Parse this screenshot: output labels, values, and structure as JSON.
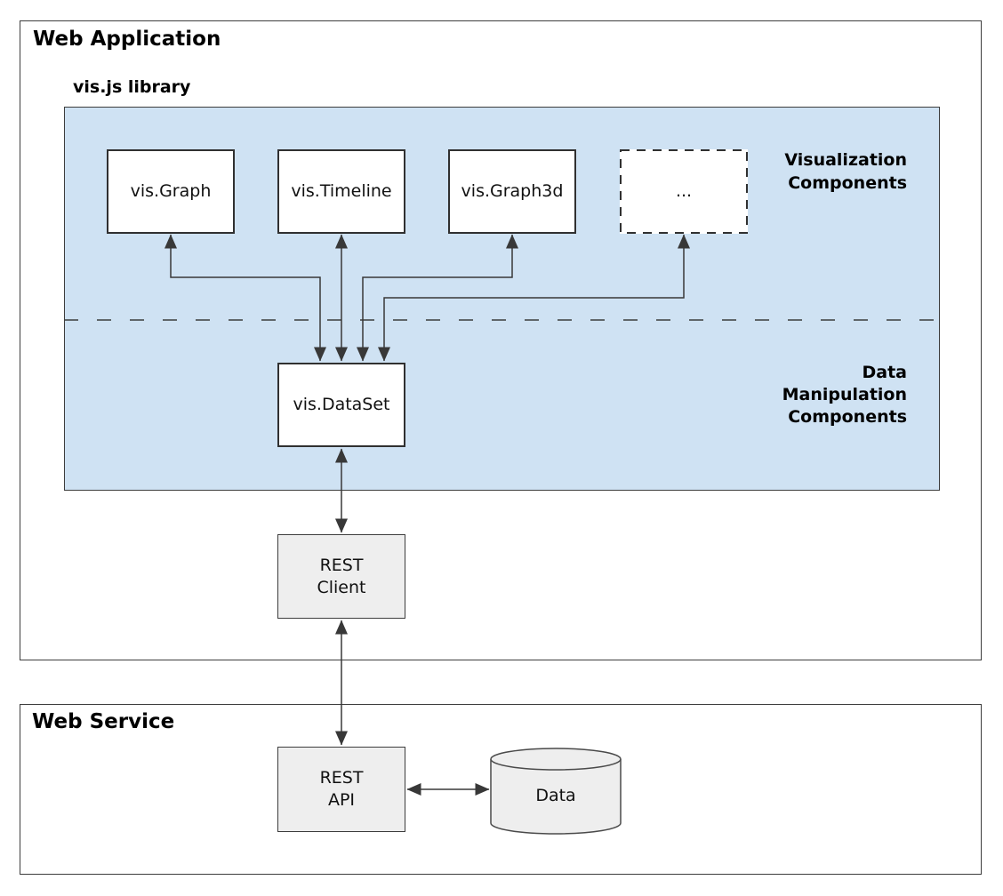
{
  "diagram": {
    "web_application": {
      "title": "Web Application",
      "vis_library": {
        "title": "vis.js library",
        "components": [
          {
            "label": "vis.Graph"
          },
          {
            "label": "vis.Timeline"
          },
          {
            "label": "vis.Graph3d"
          },
          {
            "label": "..."
          }
        ],
        "section_labels": {
          "visualization": [
            "Visualization",
            "Components"
          ],
          "data_manipulation": [
            "Data",
            "Manipulation",
            "Components"
          ]
        },
        "dataset": {
          "label": "vis.DataSet"
        }
      },
      "rest_client": {
        "lines": [
          "REST",
          "Client"
        ]
      }
    },
    "web_service": {
      "title": "Web Service",
      "rest_api": {
        "lines": [
          "REST",
          "API"
        ]
      },
      "data_store": {
        "label": "Data"
      }
    },
    "colors": {
      "panel_blue": "#cfe2f3",
      "node_white": "#ffffff",
      "node_gray": "#eeeeee",
      "border_dark": "#3d3d3d",
      "connector": "#383838"
    }
  }
}
